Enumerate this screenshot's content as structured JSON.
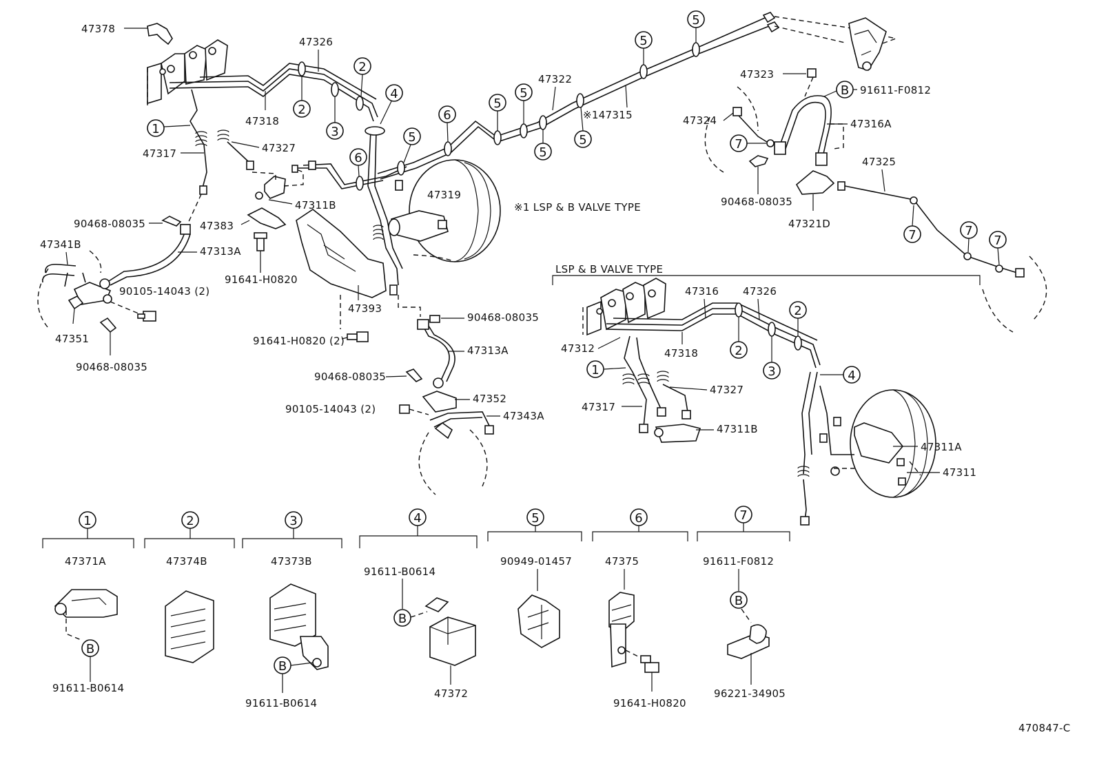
{
  "diagram_code": "470847-C",
  "notes": {
    "lsp_note": "※1 LSP & B VALVE TYPE",
    "section_title": "LSP & B VALVE TYPE"
  },
  "callouts": {
    "p47378": "47378",
    "p47326": "47326",
    "p47318": "47318",
    "p47317": "47317",
    "p47327": "47327",
    "p47311B": "47311B",
    "p47383": "47383",
    "p90468_a": "90468-08035",
    "p47341B": "47341B",
    "p47313A_a": "47313A",
    "p91641_a": "91641-H0820",
    "p90105_a": "90105-14043 (2)",
    "p47351": "47351",
    "p90468_b": "90468-08035",
    "p47393": "47393",
    "p91641_b": "91641-H0820 (2)",
    "p90468_c": "90468-08035",
    "p47313A_b": "47313A",
    "p90468_d": "90468-08035",
    "p47352": "47352",
    "p90105_b": "90105-14043 (2)",
    "p47343A": "47343A",
    "p47319": "47319",
    "p47322": "47322",
    "p147315": "※147315",
    "p47323": "47323",
    "p91611_f": "91611-F0812",
    "p47324": "47324",
    "p47316A": "47316A",
    "p47325": "47325",
    "p90468_e": "90468-08035",
    "p47321D": "47321D",
    "p47316": "47316",
    "p47326_b": "47326",
    "p47312": "47312",
    "p47318_b": "47318",
    "p47317_b": "47317",
    "p47327_b": "47327",
    "p47311B_b": "47311B",
    "p47311A": "47311A",
    "p47311": "47311"
  },
  "markers": {
    "m1": "1",
    "m2": "2",
    "m3": "3",
    "m4": "4",
    "m5": "5",
    "m6": "6",
    "m7": "7",
    "mB": "B"
  },
  "legend": [
    {
      "key": "1",
      "part": "47371A",
      "sub": "91611-B0614"
    },
    {
      "key": "2",
      "part": "47374B",
      "sub": ""
    },
    {
      "key": "3",
      "part": "47373B",
      "sub": "91611-B0614"
    },
    {
      "key": "4",
      "part": "91611-B0614",
      "sub": "47372"
    },
    {
      "key": "5",
      "part": "90949-01457",
      "sub": ""
    },
    {
      "key": "6",
      "part": "47375",
      "sub": "91641-H0820"
    },
    {
      "key": "7",
      "part": "91611-F0812",
      "sub": "96221-34905"
    }
  ]
}
